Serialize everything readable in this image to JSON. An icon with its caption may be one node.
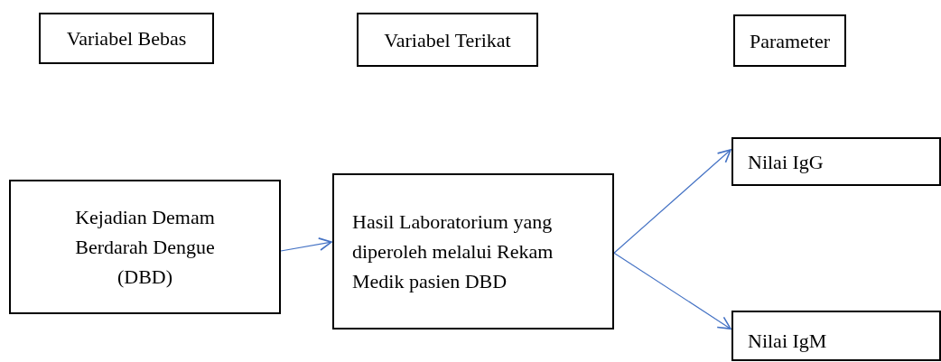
{
  "diagram": {
    "nodes": [
      {
        "text": [
          "Variabel Bebas"
        ]
      },
      {
        "text": [
          "Variabel Terikat"
        ]
      },
      {
        "text": [
          "Parameter"
        ]
      },
      {
        "text": [
          "Kejadian Demam Berdarah Dengue (DBD)"
        ]
      },
      {
        "text": [
          "Hasil Laboratorium yang diperoleh melalui Rekam Medik pasien DBD"
        ]
      },
      {
        "text": [
          "Nilai IgG"
        ]
      },
      {
        "text": [
          "Nilai IgM"
        ]
      }
    ],
    "edges": [
      {
        "from": 3,
        "to": 4,
        "arrow": "to"
      },
      {
        "from": 4,
        "to": 5,
        "arrow": "to"
      },
      {
        "from": 4,
        "to": 6,
        "arrow": "to"
      }
    ]
  }
}
